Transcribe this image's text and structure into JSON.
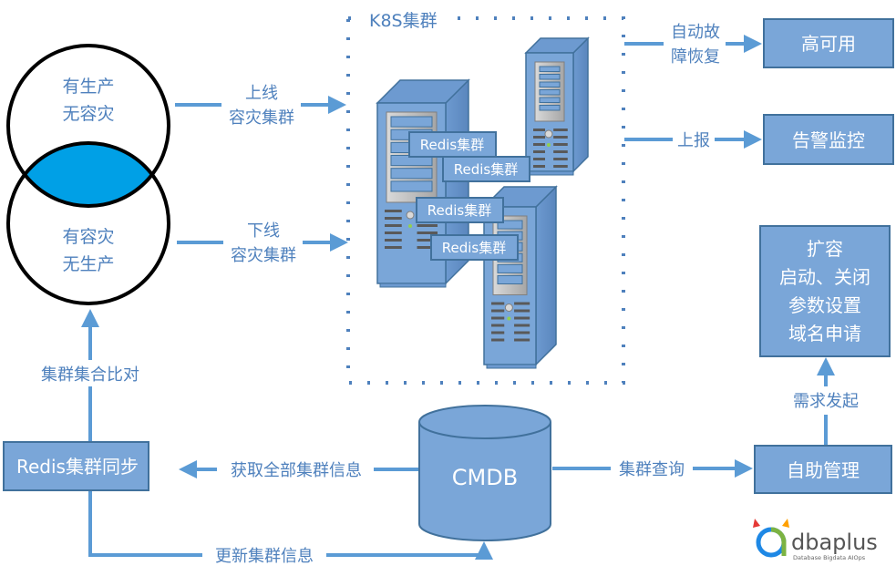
{
  "colors": {
    "box_fill": "#7aa6d8",
    "box_border": "#41719c",
    "arrow": "#5b9bd5",
    "label_text": "#4f81bd",
    "venn_overlap": "#00a0e6",
    "venn_stroke": "#000000"
  },
  "venn": {
    "top_circle": [
      "有生产",
      "无容灾"
    ],
    "bottom_circle": [
      "有容灾",
      "无生产"
    ]
  },
  "arrows": {
    "online": [
      "上线",
      "容灾集群"
    ],
    "offline": [
      "下线",
      "容灾集群"
    ],
    "auto_recover": [
      "自动故",
      "障恢复"
    ],
    "report": "上报",
    "compare": "集群集合比对",
    "fetch_all": "获取全部集群信息",
    "update": "更新集群信息",
    "query": "集群查询",
    "request": "需求发起"
  },
  "k8s": {
    "title": "K8S集群",
    "redis_labels": [
      "Redis集群",
      "Redis集群",
      "Redis集群",
      "Redis集群"
    ]
  },
  "boxes": {
    "high_availability": "高可用",
    "alert_monitor": "告警监控",
    "operations": [
      "扩容",
      "启动、关闭",
      "参数设置",
      "域名申请"
    ],
    "self_service": "自助管理",
    "redis_sync": "Redis集群同步",
    "cmdb": "CMDB"
  },
  "logo": {
    "name": "dbaplus",
    "tagline": "Database  Bigdata  AIOps"
  }
}
